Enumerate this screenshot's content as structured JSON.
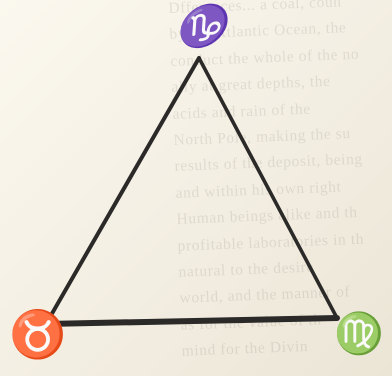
{
  "diagram": {
    "vertices": {
      "top": {
        "sign": "Capricorn",
        "symbol": "♑"
      },
      "left": {
        "sign": "Taurus",
        "symbol": "♉"
      },
      "right": {
        "sign": "Virgo",
        "symbol": "♍"
      }
    },
    "colors": {
      "paper": "#f8f4ea",
      "ink": "#2b2a28"
    }
  }
}
